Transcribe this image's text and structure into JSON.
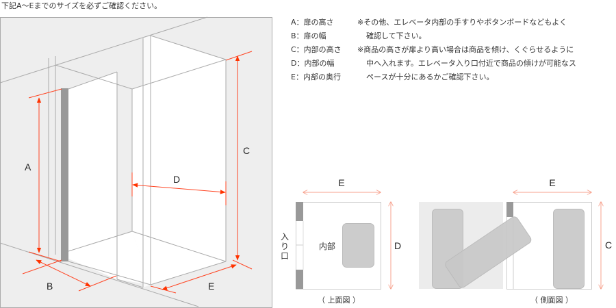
{
  "title": "下記A～Eまでのサイズを必ずご確認ください。",
  "legend": [
    {
      "key": "A：扉の高さ"
    },
    {
      "key": "B：扉の幅"
    },
    {
      "key": "C：内部の高さ"
    },
    {
      "key": "D：内部の幅"
    },
    {
      "key": "E：内部の奥行"
    }
  ],
  "notes": [
    "※その他、エレベータ内部の手すりやボタンボードなどもよく",
    "確認して下さい。",
    "※商品の高さが扉より高い場合は商品を傾け、くぐらせるように",
    "中へ入れます。エレベータ入り口付近で商品の傾けが可能なス",
    "ペースが十分にあるかご確認下さい。"
  ],
  "diagram": {
    "A": "A",
    "B": "B",
    "C": "C",
    "D": "D",
    "E": "E"
  },
  "top_view": {
    "E": "E",
    "D": "D",
    "inside": "内部",
    "entrance": [
      "入",
      "り",
      "口"
    ],
    "caption": "（ 上面図 ）"
  },
  "side_view": {
    "E": "E",
    "C": "C",
    "caption": "（ 側面図 ）"
  },
  "colors": {
    "dimension": "#ff3300",
    "wall": "#eeeeee",
    "door": "#999999",
    "item": "#cccccc"
  }
}
